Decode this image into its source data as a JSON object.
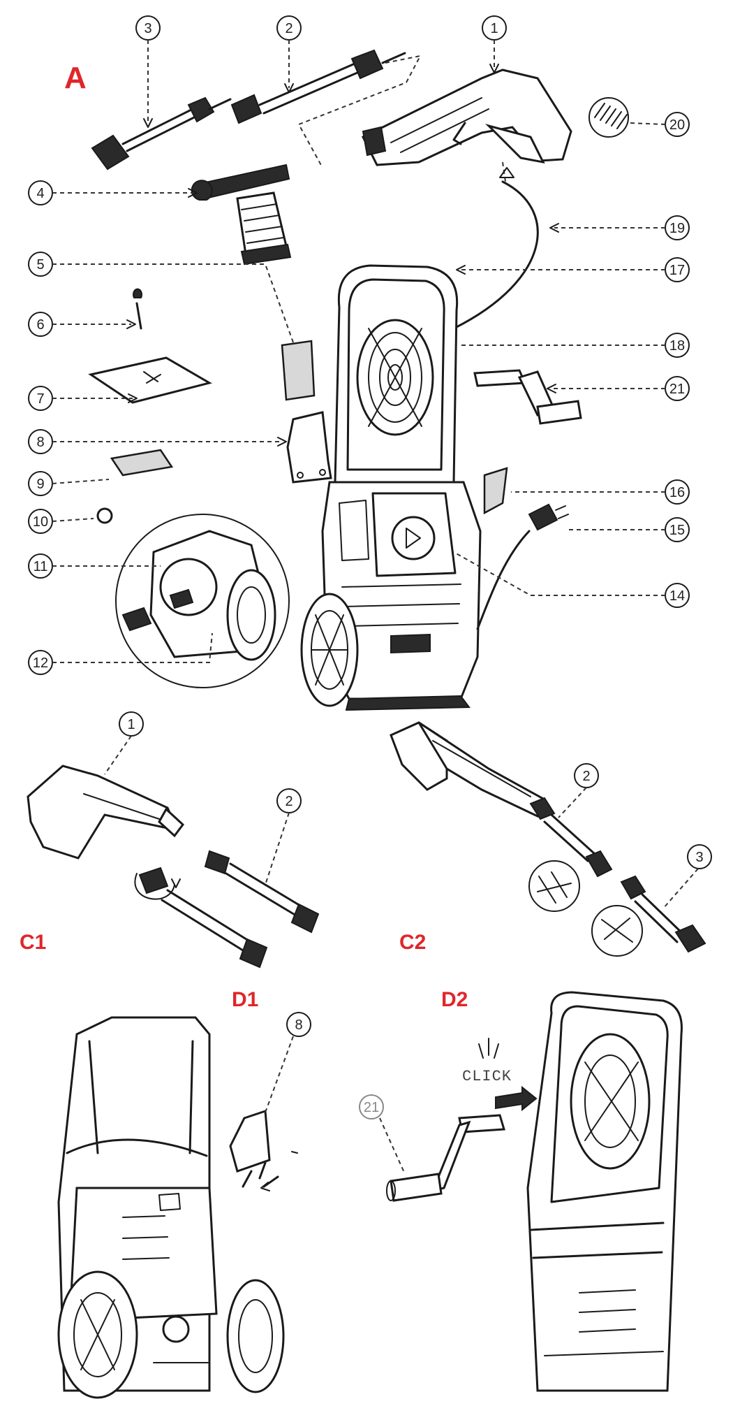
{
  "sections": {
    "a": "A",
    "c1": "C1",
    "c2": "C2",
    "d1": "D1",
    "d2": "D2"
  },
  "annotation": {
    "click": "CLICK"
  },
  "callouts": {
    "p1": "1",
    "p2": "2",
    "p3": "3",
    "p4": "4",
    "p5": "5",
    "p6": "6",
    "p7": "7",
    "p8": "8",
    "p9": "9",
    "p10": "10",
    "p11": "11",
    "p12": "12",
    "p14": "14",
    "p15": "15",
    "p16": "16",
    "p17": "17",
    "p18": "18",
    "p19": "19",
    "p20": "20",
    "p21": "21"
  },
  "colors": {
    "section_label": "#e0262a",
    "line": "#1a1a1a"
  }
}
